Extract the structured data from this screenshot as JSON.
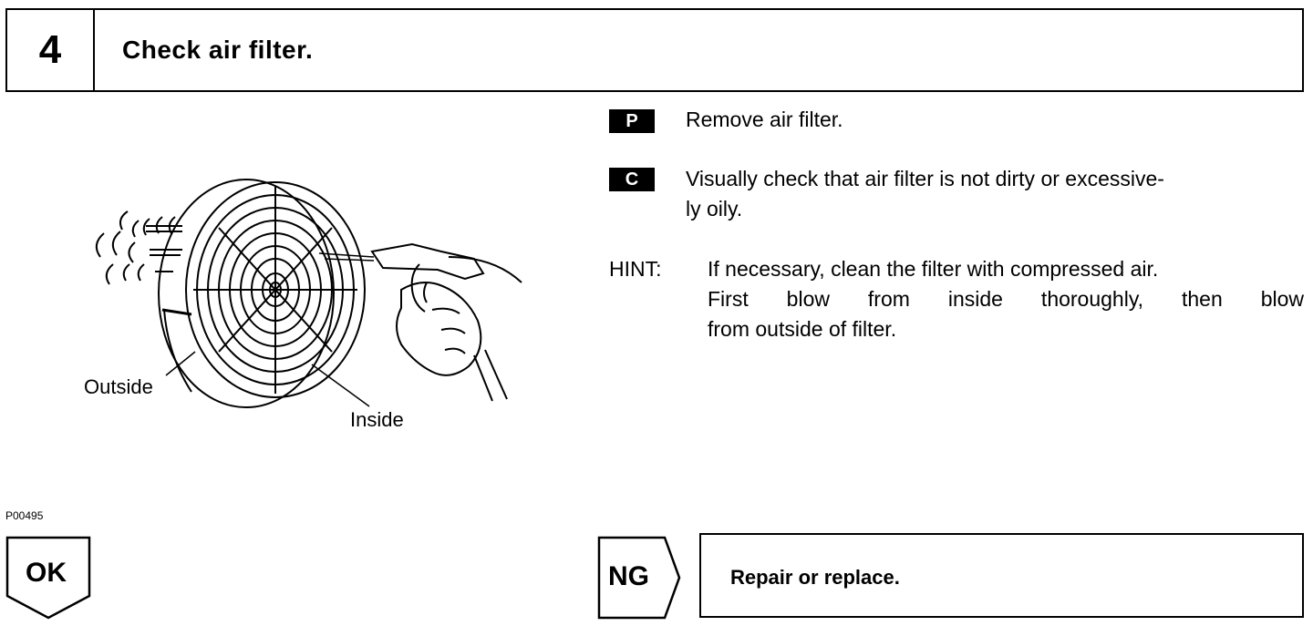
{
  "step": {
    "number": "4",
    "title": "Check air filter."
  },
  "illustration": {
    "label_outside": "Outside",
    "label_inside": "Inside",
    "figure_code": "P00495"
  },
  "instructions": {
    "p_badge": "P",
    "p_text": "Remove air filter.",
    "c_badge": "C",
    "c_text_line1": "Visually check that air filter is not dirty or excessive-",
    "c_text_line2": "ly oily.",
    "hint_label": "HINT:",
    "hint_line1": "If necessary, clean the filter with compressed air.",
    "hint_line2": "First blow from inside thoroughly, then blow",
    "hint_line3": "from outside of filter."
  },
  "results": {
    "ok_label": "OK",
    "ng_label": "NG",
    "ng_action": "Repair or replace."
  }
}
